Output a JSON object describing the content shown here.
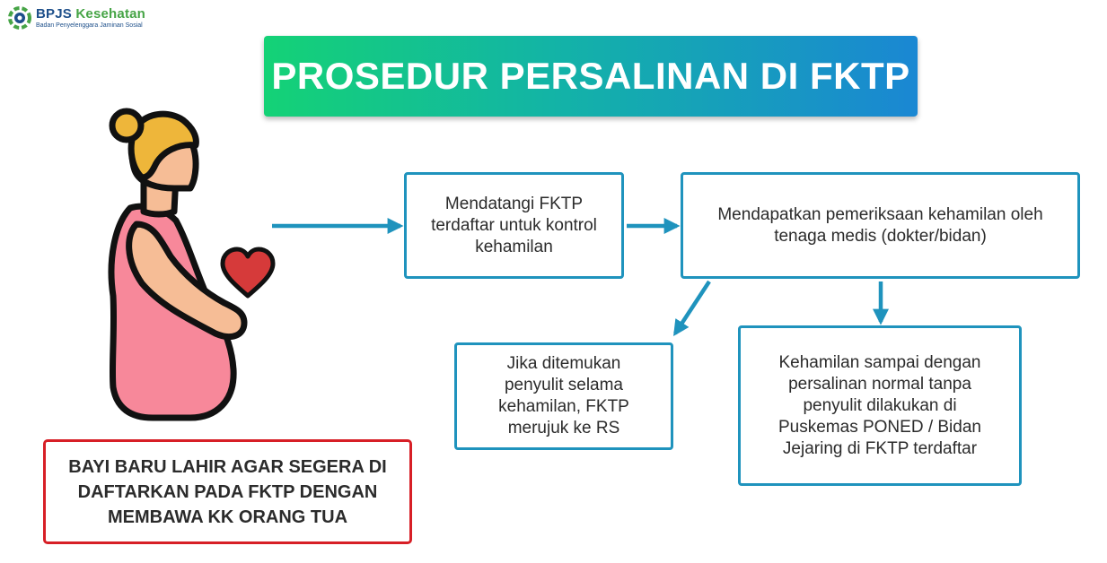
{
  "logo": {
    "brand_primary": "BPJS",
    "brand_accent": "Kesehatan",
    "subtitle": "Badan Penyelenggara Jaminan Sosial",
    "icon": "bpjs-logo-icon"
  },
  "title": "PROSEDUR PERSALINAN DI FKTP",
  "steps": {
    "step1": "Mendatangi FKTP terdaftar untuk kontrol kehamilan",
    "step2": "Mendapatkan pemeriksaan kehamilan oleh tenaga medis (dokter/bidan)",
    "step3": "Jika ditemukan penyulit selama kehamilan, FKTP merujuk ke RS",
    "step4": "Kehamilan sampai dengan persalinan normal tanpa penyulit dilakukan di Puskemas PONED / Bidan Jejaring di FKTP terdaftar"
  },
  "note": "BAYI BARU LAHIR AGAR SEGERA DI DAFTARKAN PADA FKTP DENGAN MEMBAWA KK ORANG TUA",
  "illustration": {
    "figure": "pregnant-woman-icon",
    "heart": "heart-icon"
  },
  "colors": {
    "gradient_start": "#14d276",
    "gradient_end": "#1a87d3",
    "box_border": "#1f93bd",
    "arrow": "#1f93bd",
    "note_border": "#d71f26",
    "dress": "#f7889a",
    "skin": "#f6bd96",
    "hair": "#eeb63a",
    "heart": "#d63a3a"
  }
}
